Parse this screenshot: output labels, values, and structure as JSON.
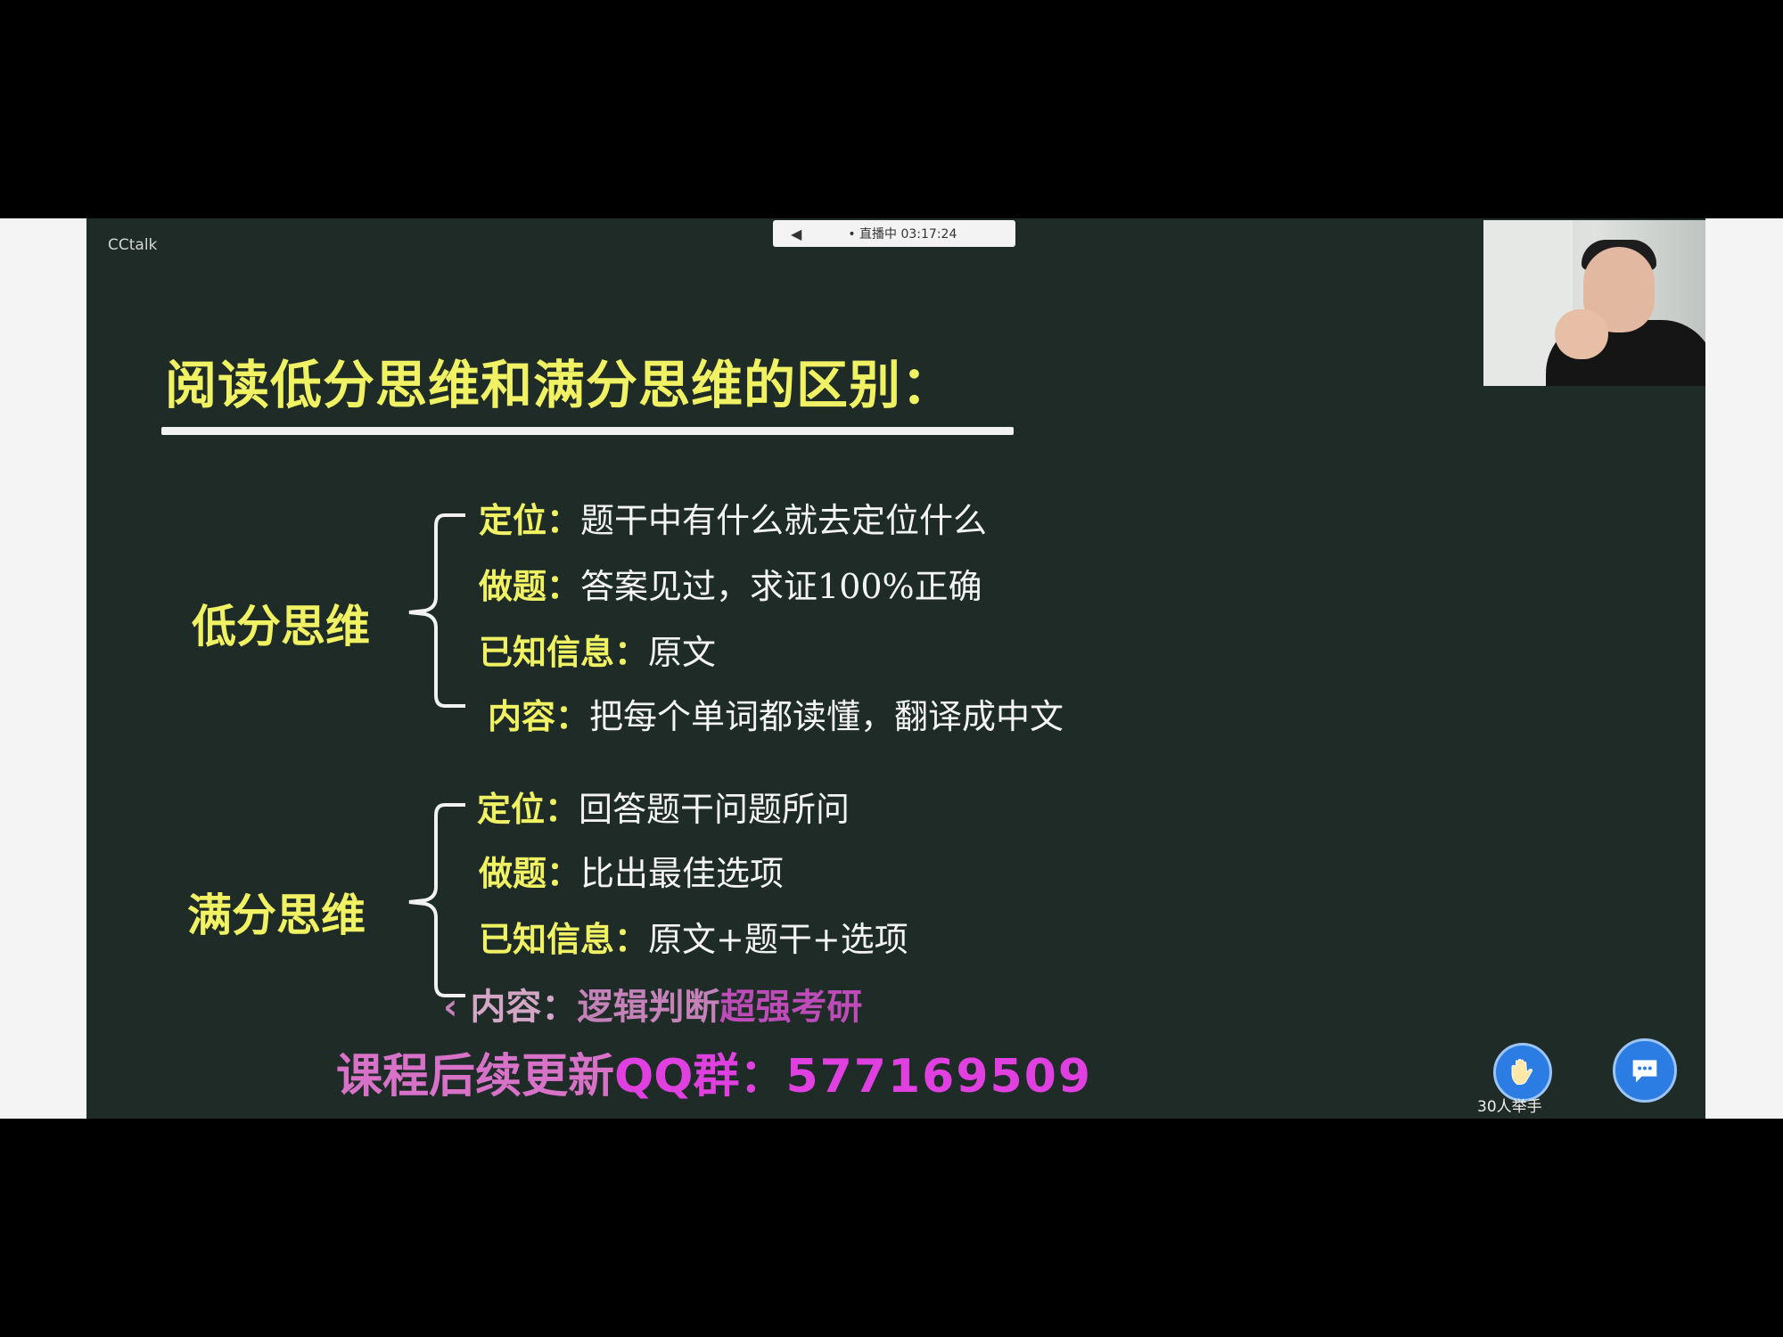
{
  "board": {
    "corner_label": "CCtalk",
    "top_bar": {
      "speaker_glyph": "◀",
      "text": "• 直播中 03:17:24"
    },
    "title": "阅读低分思维和满分思维的区别：",
    "groups": [
      {
        "label": "低分思维",
        "items": [
          {
            "key": "定位：",
            "value": "题干中有什么就去定位什么"
          },
          {
            "key": "做题：",
            "value": "答案见过，求证100%正确"
          },
          {
            "key": "已知信息：",
            "value": "原文"
          },
          {
            "key": "内容：",
            "value": "把每个单词都读懂，翻译成中文"
          }
        ]
      },
      {
        "label": "满分思维",
        "items": [
          {
            "key": "定位：",
            "value": "回答题干问题所问"
          },
          {
            "key": "做题：",
            "value": "比出最佳选项"
          },
          {
            "key": "已知信息：",
            "value": "原文+题干+选项"
          },
          {
            "key": "内容：",
            "value": "逻辑判断"
          }
        ]
      }
    ]
  },
  "watermark": {
    "line1_prefix": "‹ ",
    "line1_key": "内容：",
    "line1_value": "逻辑判断",
    "brand": "超强考研",
    "line2_text": "课程后续更新",
    "line2_qq": "QQ群：",
    "line2_number": "577169509"
  },
  "controls": {
    "raise_hand_label": "30人举手",
    "raise_hand_icon": "hand-icon",
    "chat_icon": "chat-bubble-icon"
  },
  "colors": {
    "board_bg": "#1e2b27",
    "highlight_yellow": "#f0f263",
    "watermark_pink": "#d872c9",
    "button_blue": "#2b7de3"
  }
}
